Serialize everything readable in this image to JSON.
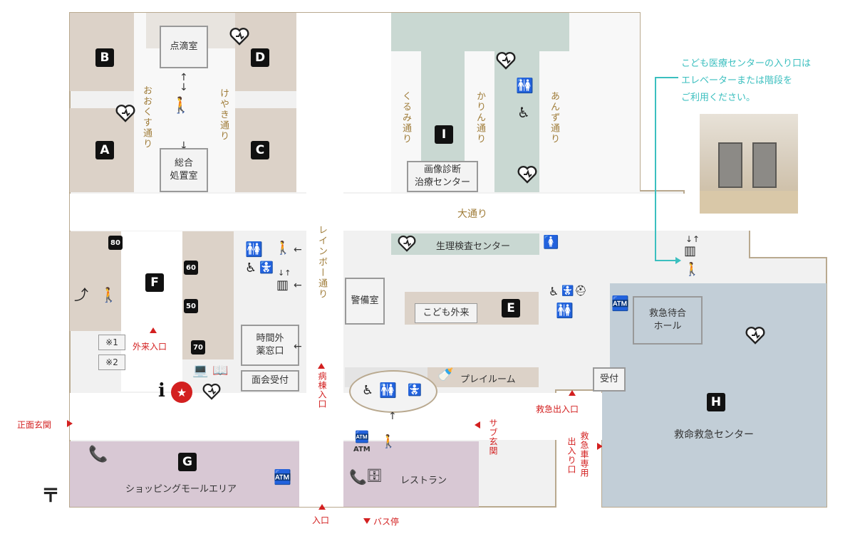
{
  "blocks": {
    "A": "A",
    "B": "B",
    "C": "C",
    "D": "D",
    "E": "E",
    "F": "F",
    "G": "G",
    "H": "H",
    "I": "I"
  },
  "rooms": {
    "drip_room": "点滴室",
    "general_treatment_1": "総合",
    "general_treatment_2": "処置室",
    "imaging_1": "画像診断",
    "imaging_2": "治療センター",
    "physiology_center": "生理検査センター",
    "security_room": "警備室",
    "kids_outpatient": "こども外来",
    "after_hours_pharmacy_1": "時間外",
    "after_hours_pharmacy_2": "薬窓口",
    "visitor_reception": "面会受付",
    "playroom": "プレイルーム",
    "emergency_waiting_1": "救急待合",
    "emergency_waiting_2": "ホール",
    "reception": "受付",
    "emergency_center": "救命救急センター",
    "shopping_mall": "ショッピングモールエリア",
    "restaurant": "レストラン",
    "note1": "※1",
    "note2": "※2",
    "elevator_numbers": {
      "n80": "80",
      "n60": "60",
      "n50": "50",
      "n70": "70"
    }
  },
  "streets": {
    "ookusu": "おおくす通り",
    "keyaki": "けやき通り",
    "kurumi": "くるみ通り",
    "karin": "かりん通り",
    "anzu": "あんず通り",
    "oodori": "大通り",
    "rainbow": "レインボー通り"
  },
  "entrances": {
    "main_entrance": "正面玄関",
    "outpatient_entrance": "外来入口",
    "ward_entrance": "病棟入口",
    "entrance": "入口",
    "bus_stop": "バス停",
    "sub_entrance": "サブ玄関",
    "emergency_exit_entrance": "救急出入口",
    "ambulance_label": "救急車専用",
    "ambulance_exit": "出入り口"
  },
  "notice": {
    "line1": "こども医療センターの入り口は",
    "line2": "エレベーターまたは階段を",
    "line3": "ご利用ください。"
  },
  "icons": {
    "aed": "aed-heart-icon",
    "restroom": "restroom-icon",
    "accessible": "wheelchair-icon",
    "stairs": "stairs-icon",
    "elevator": "elevator-icon",
    "escalator": "escalator-icon",
    "atm": "ATM",
    "phone": "phone-icon",
    "vending": "vending-machine-icon",
    "post": "post-office-icon",
    "info": "information-icon"
  },
  "colors": {
    "tan_block": "#dcd2c8",
    "teal_block": "#c9d8d2",
    "mauve_block": "#d8c8d4",
    "emergency_block": "#c2ced7",
    "corridor": "#f1f1f1",
    "accent_red": "#d32020",
    "street_text": "#a07d3a",
    "notice_teal": "#3bbfbf"
  }
}
